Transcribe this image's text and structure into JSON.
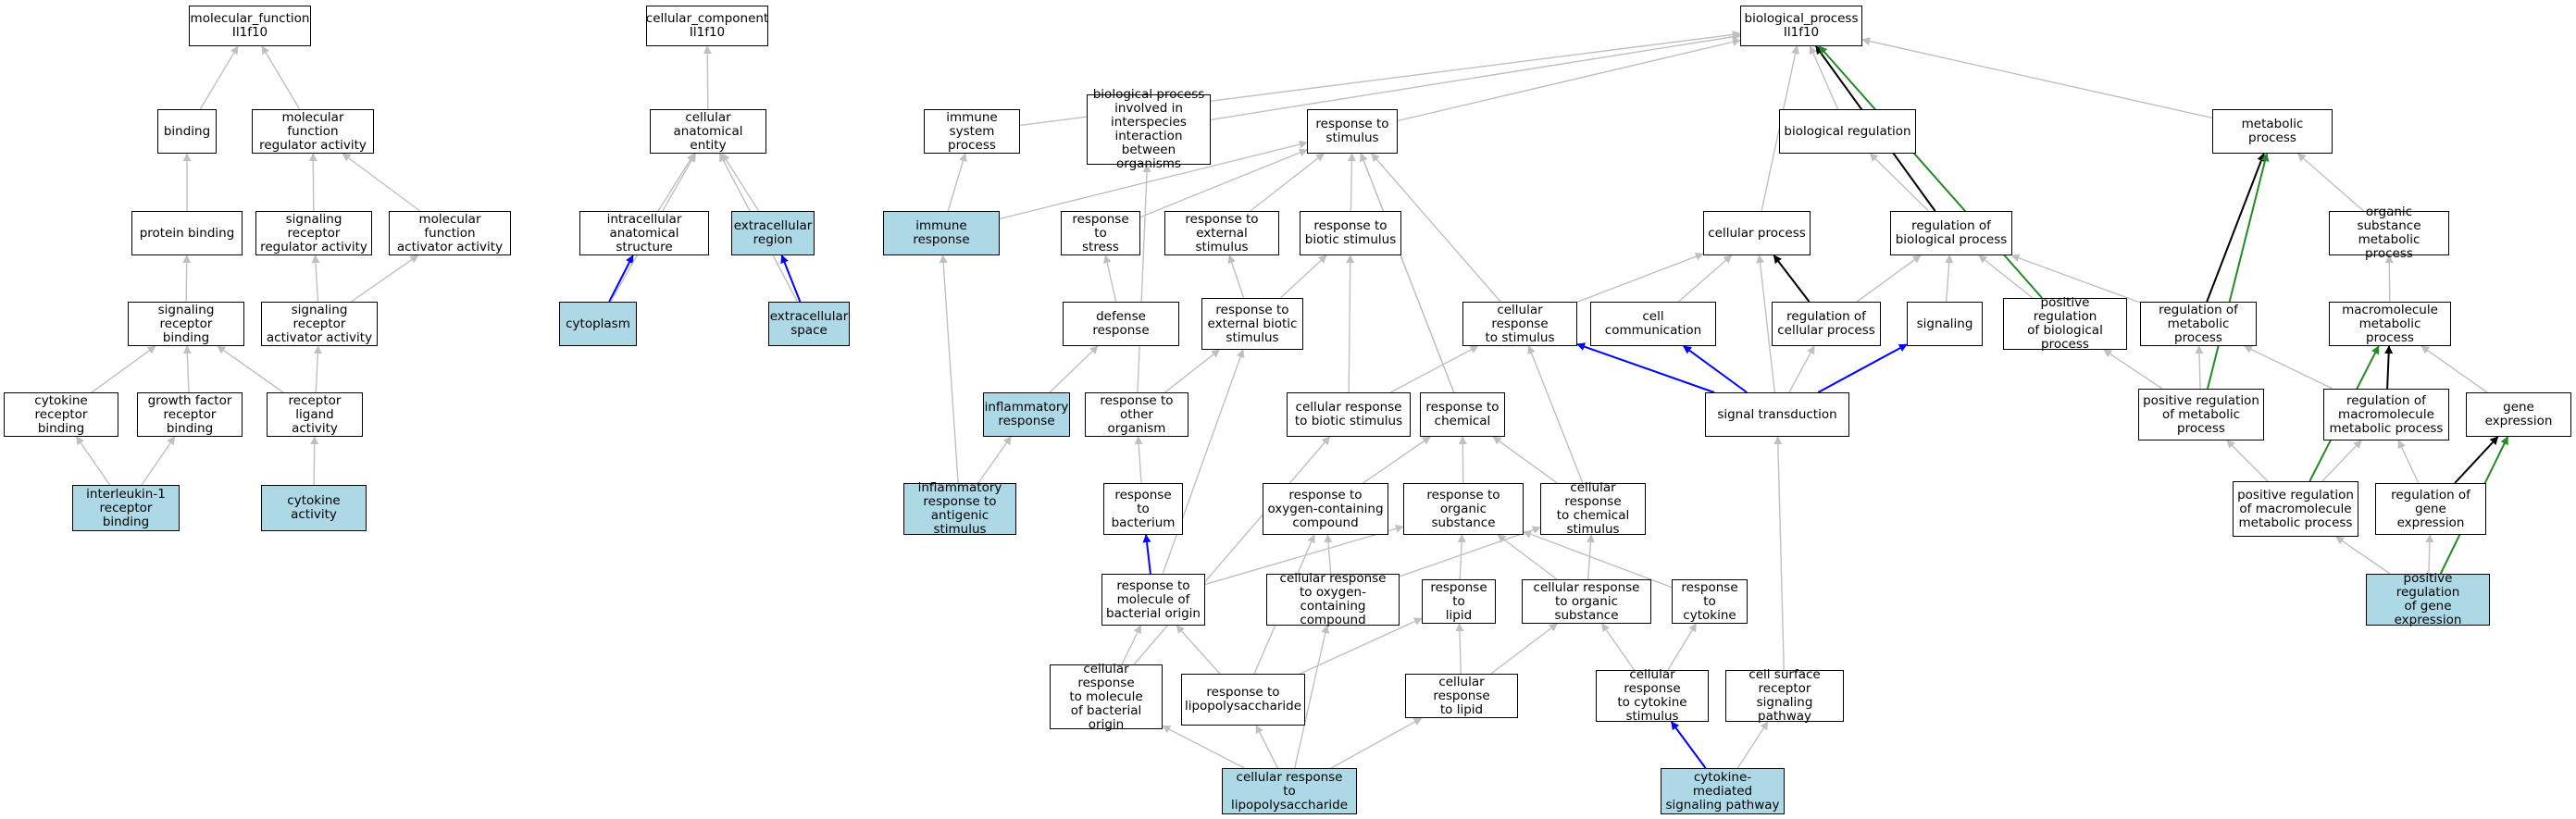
{
  "colors": {
    "highlight_fill": "#add8e6",
    "node_fill": "#ffffff",
    "edge_default": "#c0c0c0",
    "edge_black": "#000000",
    "edge_blue": "#0000ff",
    "edge_green": "#228b22"
  },
  "nodes": [
    {
      "id": "mf_root",
      "label": "molecular_function\nIl1f10"
    },
    {
      "id": "binding",
      "label": "binding"
    },
    {
      "id": "mf_reg",
      "label": "molecular function\nregulator activity"
    },
    {
      "id": "protein_binding",
      "label": "protein binding"
    },
    {
      "id": "sig_rec_reg",
      "label": "signaling receptor\nregulator activity"
    },
    {
      "id": "mf_act",
      "label": "molecular function\nactivator activity"
    },
    {
      "id": "sig_rec_binding",
      "label": "signaling receptor\nbinding"
    },
    {
      "id": "sig_rec_act",
      "label": "signaling receptor\nactivator activity"
    },
    {
      "id": "cytokine_rec_binding",
      "label": "cytokine receptor\nbinding"
    },
    {
      "id": "gf_rec_binding",
      "label": "growth factor\nreceptor binding"
    },
    {
      "id": "rec_ligand",
      "label": "receptor ligand\nactivity"
    },
    {
      "id": "il1_rec_binding",
      "label": "interleukin-1\nreceptor binding",
      "hl": true
    },
    {
      "id": "cytokine_activity",
      "label": "cytokine activity",
      "hl": true
    },
    {
      "id": "cc_root",
      "label": "cellular_component\nIl1f10"
    },
    {
      "id": "cae",
      "label": "cellular anatomical\nentity"
    },
    {
      "id": "ias",
      "label": "intracellular\nanatomical structure"
    },
    {
      "id": "ecr",
      "label": "extracellular\nregion",
      "hl": true
    },
    {
      "id": "cytoplasm",
      "label": "cytoplasm",
      "hl": true
    },
    {
      "id": "ecs",
      "label": "extracellular\nspace",
      "hl": true
    },
    {
      "id": "bp_root",
      "label": "biological_process\nIl1f10"
    },
    {
      "id": "immune_sys",
      "label": "immune system\nprocess"
    },
    {
      "id": "bp_interspecies",
      "label": "biological process\ninvolved in\ninterspecies\ninteraction\nbetween organisms"
    },
    {
      "id": "resp_stim",
      "label": "response to\nstimulus"
    },
    {
      "id": "bio_reg",
      "label": "biological regulation"
    },
    {
      "id": "metab",
      "label": "metabolic process"
    },
    {
      "id": "immune_resp",
      "label": "immune response",
      "hl": true
    },
    {
      "id": "resp_stress",
      "label": "response to\nstress"
    },
    {
      "id": "resp_ext",
      "label": "response to\nexternal stimulus"
    },
    {
      "id": "resp_biotic",
      "label": "response to\nbiotic stimulus"
    },
    {
      "id": "cell_proc",
      "label": "cellular process"
    },
    {
      "id": "reg_bio",
      "label": "regulation of\nbiological process"
    },
    {
      "id": "org_sub_metab",
      "label": "organic substance\nmetabolic process"
    },
    {
      "id": "defense",
      "label": "defense response"
    },
    {
      "id": "resp_ext_biotic",
      "label": "response to\nexternal biotic\nstimulus"
    },
    {
      "id": "cell_resp_stim",
      "label": "cellular response\nto stimulus"
    },
    {
      "id": "cell_comm",
      "label": "cell communication"
    },
    {
      "id": "reg_cell",
      "label": "regulation of\ncellular process"
    },
    {
      "id": "signaling",
      "label": "signaling"
    },
    {
      "id": "pos_reg_bio",
      "label": "positive regulation\nof biological\nprocess"
    },
    {
      "id": "reg_metab",
      "label": "regulation of\nmetabolic process"
    },
    {
      "id": "macro_metab",
      "label": "macromolecule\nmetabolic process"
    },
    {
      "id": "inflam",
      "label": "inflammatory\nresponse",
      "hl": true
    },
    {
      "id": "resp_other_org",
      "label": "response to\nother organism"
    },
    {
      "id": "cell_resp_biotic",
      "label": "cellular response\nto biotic stimulus"
    },
    {
      "id": "resp_chem",
      "label": "response to\nchemical"
    },
    {
      "id": "sig_trans",
      "label": "signal transduction"
    },
    {
      "id": "pos_reg_metab",
      "label": "positive regulation\nof metabolic\nprocess"
    },
    {
      "id": "reg_macro_metab",
      "label": "regulation of\nmacromolecule\nmetabolic process"
    },
    {
      "id": "gene_expr",
      "label": "gene expression"
    },
    {
      "id": "inflam_antigen",
      "label": "inflammatory\nresponse to\nantigenic stimulus",
      "hl": true
    },
    {
      "id": "resp_bacterium",
      "label": "response to\nbacterium"
    },
    {
      "id": "resp_oxy",
      "label": "response to\noxygen-containing\ncompound"
    },
    {
      "id": "resp_org_sub",
      "label": "response to\norganic substance"
    },
    {
      "id": "cell_resp_chem",
      "label": "cellular response\nto chemical\nstimulus"
    },
    {
      "id": "pos_reg_macro",
      "label": "positive regulation\nof macromolecule\nmetabolic process"
    },
    {
      "id": "reg_gene_expr",
      "label": "regulation of\ngene expression"
    },
    {
      "id": "resp_mol_bact",
      "label": "response to\nmolecule of\nbacterial origin"
    },
    {
      "id": "cell_resp_oxy",
      "label": "cellular response\nto oxygen-containing\ncompound"
    },
    {
      "id": "resp_lipid",
      "label": "response to\nlipid"
    },
    {
      "id": "cell_resp_org_sub",
      "label": "cellular response\nto organic substance"
    },
    {
      "id": "resp_cytokine",
      "label": "response to\ncytokine"
    },
    {
      "id": "pos_reg_gene_expr",
      "label": "positive regulation\nof gene expression",
      "hl": true
    },
    {
      "id": "cell_resp_mol_bact",
      "label": "cellular response\nto molecule\nof bacterial\norigin"
    },
    {
      "id": "resp_lps",
      "label": "response to\nlipopolysaccharide"
    },
    {
      "id": "cell_resp_lipid",
      "label": "cellular response\nto lipid"
    },
    {
      "id": "cell_resp_cytokine",
      "label": "cellular response\nto cytokine\nstimulus"
    },
    {
      "id": "cell_surface_rec",
      "label": "cell surface\nreceptor signaling\npathway"
    },
    {
      "id": "cell_resp_lps",
      "label": "cellular response\nto lipopolysaccharide",
      "hl": true
    },
    {
      "id": "cytokine_path",
      "label": "cytokine-mediated\nsignaling pathway",
      "hl": true
    }
  ],
  "edges": [
    {
      "from": "binding",
      "to": "mf_root"
    },
    {
      "from": "mf_reg",
      "to": "mf_root"
    },
    {
      "from": "protein_binding",
      "to": "binding"
    },
    {
      "from": "sig_rec_reg",
      "to": "mf_reg"
    },
    {
      "from": "mf_act",
      "to": "mf_reg"
    },
    {
      "from": "sig_rec_binding",
      "to": "protein_binding"
    },
    {
      "from": "sig_rec_act",
      "to": "sig_rec_reg"
    },
    {
      "from": "sig_rec_act",
      "to": "mf_act"
    },
    {
      "from": "cytokine_rec_binding",
      "to": "sig_rec_binding"
    },
    {
      "from": "gf_rec_binding",
      "to": "sig_rec_binding"
    },
    {
      "from": "rec_ligand",
      "to": "sig_rec_binding"
    },
    {
      "from": "rec_ligand",
      "to": "sig_rec_act"
    },
    {
      "from": "il1_rec_binding",
      "to": "cytokine_rec_binding"
    },
    {
      "from": "il1_rec_binding",
      "to": "gf_rec_binding"
    },
    {
      "from": "cytokine_activity",
      "to": "rec_ligand"
    },
    {
      "from": "cae",
      "to": "cc_root"
    },
    {
      "from": "ias",
      "to": "cae"
    },
    {
      "from": "ecr",
      "to": "cae"
    },
    {
      "from": "cytoplasm",
      "to": "ias",
      "type": "blue"
    },
    {
      "from": "cytoplasm",
      "to": "cae"
    },
    {
      "from": "ecs",
      "to": "ecr",
      "type": "blue"
    },
    {
      "from": "ecs",
      "to": "cae"
    },
    {
      "from": "immune_sys",
      "to": "bp_root"
    },
    {
      "from": "bp_interspecies",
      "to": "bp_root"
    },
    {
      "from": "resp_stim",
      "to": "bp_root"
    },
    {
      "from": "bio_reg",
      "to": "bp_root"
    },
    {
      "from": "metab",
      "to": "bp_root"
    },
    {
      "from": "cell_proc",
      "to": "bp_root"
    },
    {
      "from": "reg_bio",
      "to": "bp_root",
      "type": "black"
    },
    {
      "from": "pos_reg_bio",
      "to": "bp_root",
      "type": "green"
    },
    {
      "from": "immune_resp",
      "to": "immune_sys"
    },
    {
      "from": "immune_resp",
      "to": "resp_stim"
    },
    {
      "from": "resp_stress",
      "to": "resp_stim"
    },
    {
      "from": "resp_ext",
      "to": "resp_stim"
    },
    {
      "from": "resp_biotic",
      "to": "resp_stim"
    },
    {
      "from": "cell_resp_stim",
      "to": "resp_stim"
    },
    {
      "from": "resp_chem",
      "to": "resp_stim"
    },
    {
      "from": "reg_bio",
      "to": "bio_reg"
    },
    {
      "from": "org_sub_metab",
      "to": "metab"
    },
    {
      "from": "reg_metab",
      "to": "metab",
      "type": "black"
    },
    {
      "from": "pos_reg_metab",
      "to": "metab",
      "type": "green"
    },
    {
      "from": "defense",
      "to": "resp_stress"
    },
    {
      "from": "resp_ext_biotic",
      "to": "resp_ext"
    },
    {
      "from": "resp_ext_biotic",
      "to": "resp_biotic"
    },
    {
      "from": "cell_resp_stim",
      "to": "cell_proc"
    },
    {
      "from": "cell_comm",
      "to": "cell_proc"
    },
    {
      "from": "reg_cell",
      "to": "cell_proc",
      "type": "black"
    },
    {
      "from": "reg_cell",
      "to": "reg_bio"
    },
    {
      "from": "signaling",
      "to": "reg_bio"
    },
    {
      "from": "pos_reg_bio",
      "to": "reg_bio"
    },
    {
      "from": "reg_metab",
      "to": "reg_bio"
    },
    {
      "from": "macro_metab",
      "to": "org_sub_metab"
    },
    {
      "from": "inflam",
      "to": "defense"
    },
    {
      "from": "resp_other_org",
      "to": "resp_ext_biotic"
    },
    {
      "from": "resp_other_org",
      "to": "bp_interspecies"
    },
    {
      "from": "cell_resp_biotic",
      "to": "resp_biotic"
    },
    {
      "from": "cell_resp_biotic",
      "to": "cell_resp_stim"
    },
    {
      "from": "resp_chem",
      "to": "resp_stim"
    },
    {
      "from": "sig_trans",
      "to": "cell_resp_stim",
      "type": "blue"
    },
    {
      "from": "sig_trans",
      "to": "cell_comm",
      "type": "blue"
    },
    {
      "from": "sig_trans",
      "to": "signaling",
      "type": "blue"
    },
    {
      "from": "sig_trans",
      "to": "reg_cell"
    },
    {
      "from": "sig_trans",
      "to": "cell_proc"
    },
    {
      "from": "pos_reg_metab",
      "to": "reg_metab"
    },
    {
      "from": "pos_reg_metab",
      "to": "pos_reg_bio"
    },
    {
      "from": "reg_macro_metab",
      "to": "macro_metab",
      "type": "black"
    },
    {
      "from": "reg_macro_metab",
      "to": "reg_metab"
    },
    {
      "from": "gene_expr",
      "to": "macro_metab"
    },
    {
      "from": "inflam_antigen",
      "to": "inflam"
    },
    {
      "from": "inflam_antigen",
      "to": "immune_resp"
    },
    {
      "from": "resp_bacterium",
      "to": "resp_other_org"
    },
    {
      "from": "resp_oxy",
      "to": "resp_chem"
    },
    {
      "from": "resp_org_sub",
      "to": "resp_chem"
    },
    {
      "from": "cell_resp_chem",
      "to": "resp_chem"
    },
    {
      "from": "cell_resp_chem",
      "to": "cell_resp_stim"
    },
    {
      "from": "pos_reg_macro",
      "to": "pos_reg_metab"
    },
    {
      "from": "pos_reg_macro",
      "to": "reg_macro_metab"
    },
    {
      "from": "pos_reg_macro",
      "to": "macro_metab",
      "type": "green"
    },
    {
      "from": "reg_gene_expr",
      "to": "reg_macro_metab"
    },
    {
      "from": "reg_gene_expr",
      "to": "gene_expr",
      "type": "black"
    },
    {
      "from": "resp_mol_bact",
      "to": "resp_bacterium",
      "type": "blue"
    },
    {
      "from": "resp_mol_bact",
      "to": "resp_org_sub"
    },
    {
      "from": "resp_mol_bact",
      "to": "resp_ext_biotic"
    },
    {
      "from": "cell_resp_oxy",
      "to": "resp_oxy"
    },
    {
      "from": "cell_resp_oxy",
      "to": "cell_resp_chem"
    },
    {
      "from": "resp_lipid",
      "to": "resp_org_sub"
    },
    {
      "from": "cell_resp_org_sub",
      "to": "resp_org_sub"
    },
    {
      "from": "cell_resp_org_sub",
      "to": "cell_resp_chem"
    },
    {
      "from": "resp_cytokine",
      "to": "resp_org_sub"
    },
    {
      "from": "pos_reg_gene_expr",
      "to": "pos_reg_macro"
    },
    {
      "from": "pos_reg_gene_expr",
      "to": "reg_gene_expr"
    },
    {
      "from": "pos_reg_gene_expr",
      "to": "gene_expr",
      "type": "green"
    },
    {
      "from": "cell_resp_mol_bact",
      "to": "resp_mol_bact"
    },
    {
      "from": "cell_resp_mol_bact",
      "to": "cell_resp_biotic"
    },
    {
      "from": "resp_lps",
      "to": "resp_mol_bact"
    },
    {
      "from": "resp_lps",
      "to": "resp_oxy"
    },
    {
      "from": "resp_lps",
      "to": "resp_lipid"
    },
    {
      "from": "cell_resp_lipid",
      "to": "resp_lipid"
    },
    {
      "from": "cell_resp_lipid",
      "to": "cell_resp_org_sub"
    },
    {
      "from": "cell_resp_cytokine",
      "to": "resp_cytokine"
    },
    {
      "from": "cell_resp_cytokine",
      "to": "cell_resp_org_sub"
    },
    {
      "from": "cell_surface_rec",
      "to": "sig_trans"
    },
    {
      "from": "cell_resp_lps",
      "to": "cell_resp_mol_bact"
    },
    {
      "from": "cell_resp_lps",
      "to": "resp_lps"
    },
    {
      "from": "cell_resp_lps",
      "to": "cell_resp_oxy"
    },
    {
      "from": "cell_resp_lps",
      "to": "cell_resp_lipid"
    },
    {
      "from": "cytokine_path",
      "to": "cell_resp_cytokine",
      "type": "blue"
    },
    {
      "from": "cytokine_path",
      "to": "cell_surface_rec"
    }
  ]
}
